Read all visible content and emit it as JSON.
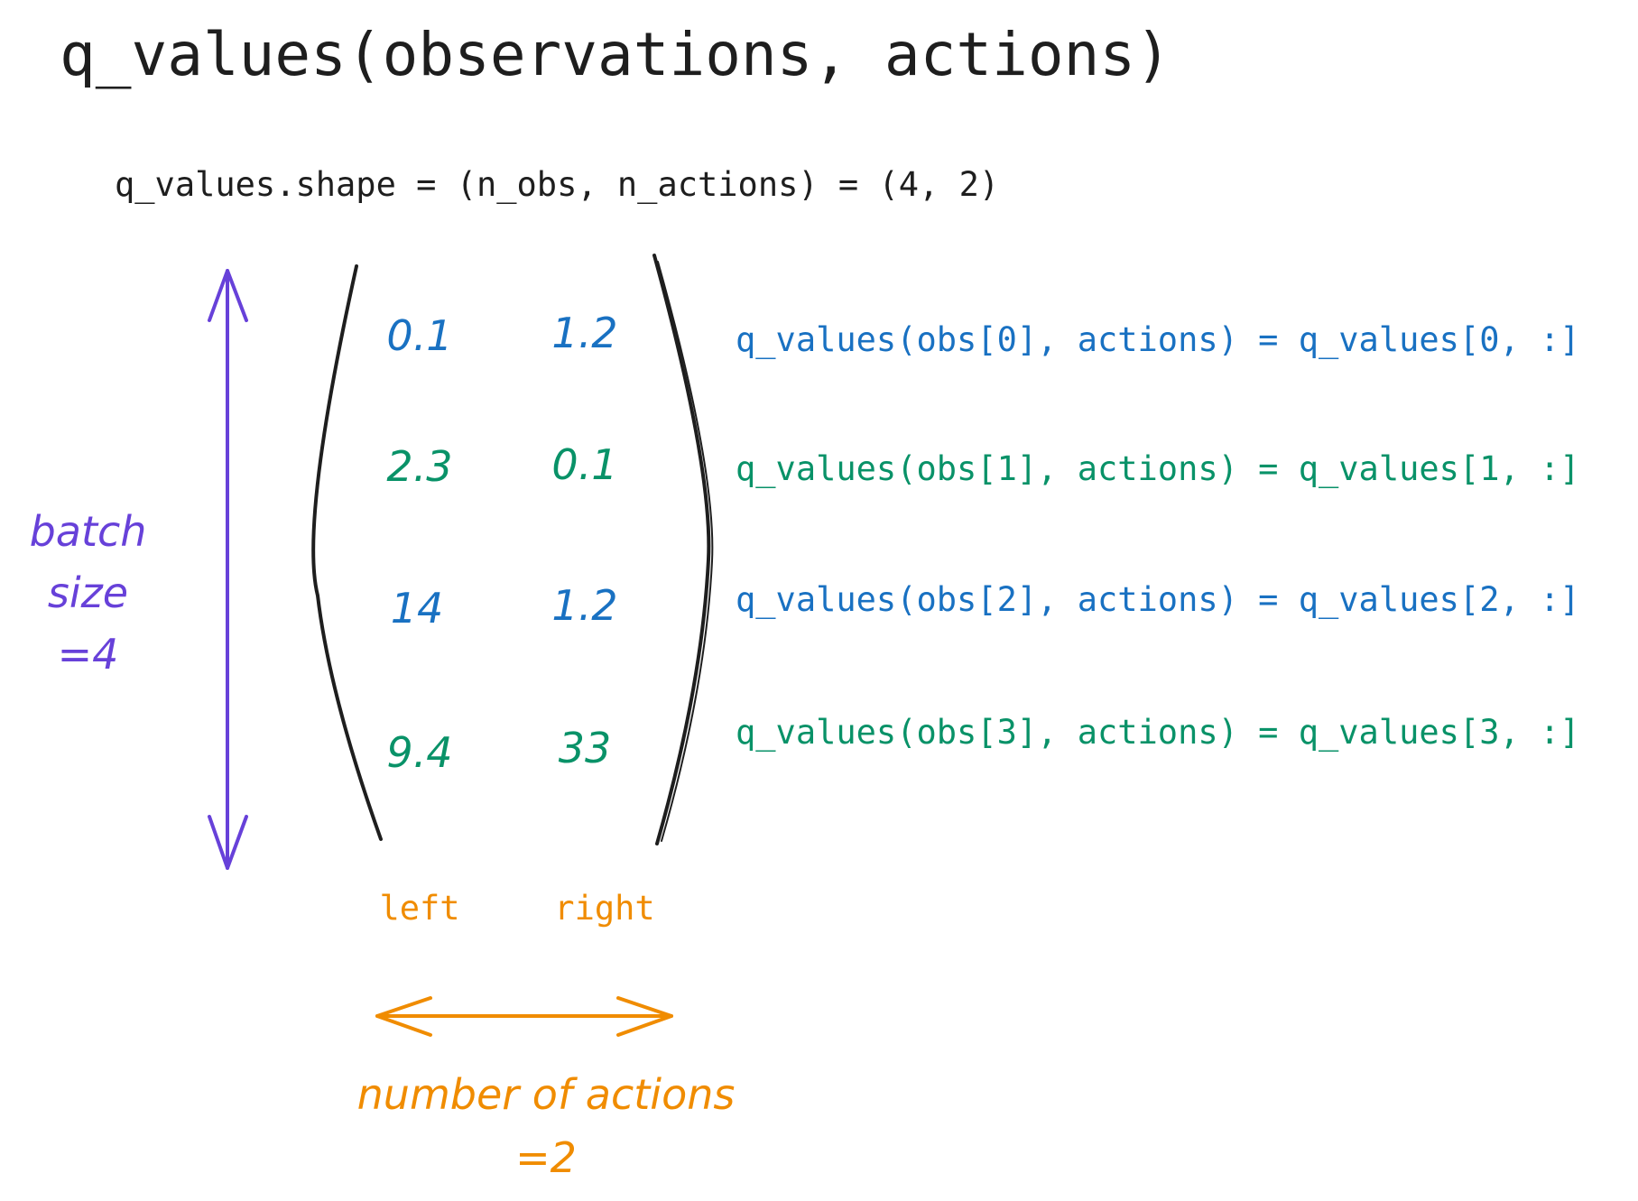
{
  "title": "q_values(observations, actions)",
  "shape_line": "q_values.shape = (n_obs, n_actions) = (4, 2)",
  "matrix": {
    "rows": [
      {
        "left": "0.1",
        "right": "1.2",
        "color": "#1971c2",
        "label": "q_values(obs[0], actions) = q_values[0, :]"
      },
      {
        "left": "2.3",
        "right": "0.1",
        "color": "#099268",
        "label": "q_values(obs[1], actions) = q_values[1, :]"
      },
      {
        "left": "14",
        "right": "1.2",
        "color": "#1971c2",
        "label": "q_values(obs[2], actions) = q_values[2, :]"
      },
      {
        "left": "9.4",
        "right": "33",
        "color": "#099268",
        "label": "q_values(obs[3], actions) = q_values[3, :]"
      }
    ]
  },
  "actions": {
    "left": "left",
    "right": "right",
    "color": "#f08c00"
  },
  "batch_size": {
    "text": "batch\nsize\n=4",
    "color": "#6741d9"
  },
  "n_actions": {
    "text": "number of actions\n=2",
    "color": "#f08c00"
  },
  "colors": {
    "ink": "#1e1e1e",
    "blue": "#1971c2",
    "green": "#099268",
    "purple": "#6741d9",
    "orange": "#f08c00"
  },
  "icons": [
    "vertical-double-arrow-icon",
    "horizontal-double-arrow-icon",
    "left-bracket-icon",
    "right-bracket-icon"
  ]
}
